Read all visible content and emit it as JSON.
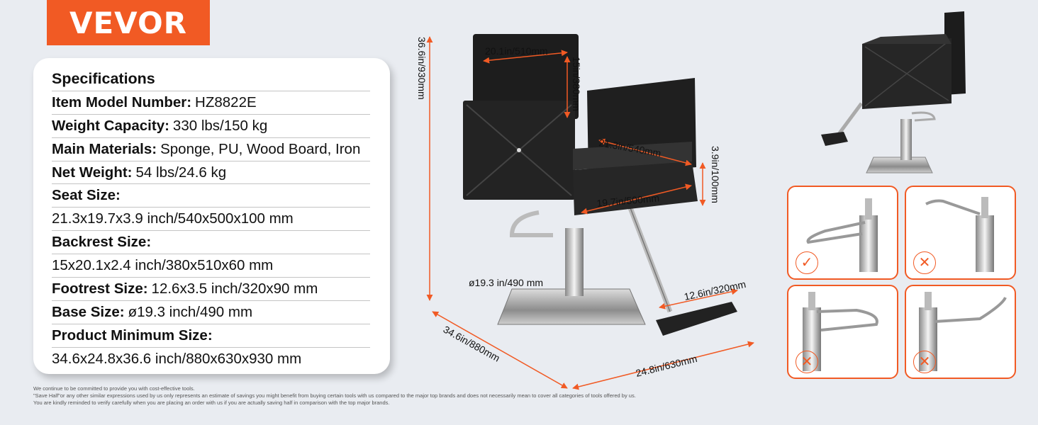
{
  "brand": {
    "logo_text": "VEVOR",
    "accent_color": "#f15a24"
  },
  "specs": {
    "title": "Specifications",
    "rows": [
      {
        "key": "Item Model Number:",
        "value": "HZ8822E"
      },
      {
        "key": "Weight Capacity:",
        "value": "330 lbs/150 kg"
      },
      {
        "key": "Main Materials:",
        "value": "Sponge, PU, Wood Board, Iron"
      },
      {
        "key": "Net Weight:",
        "value": "54 lbs/24.6 kg"
      },
      {
        "key": "Seat Size:",
        "value": ""
      },
      {
        "key": "",
        "value": "21.3x19.7x3.9 inch/540x500x100 mm"
      },
      {
        "key": "Backrest Size:",
        "value": ""
      },
      {
        "key": "",
        "value": "15x20.1x2.4 inch/380x510x60 mm"
      },
      {
        "key": "Footrest Size:",
        "value": "12.6x3.5 inch/320x90 mm"
      },
      {
        "key": "Base Size:",
        "value": "ø19.3 inch/490 mm"
      },
      {
        "key": "Product Minimum Size:",
        "value": ""
      },
      {
        "key": "",
        "value": "34.6x24.8x36.6 inch/880x630x930 mm"
      }
    ]
  },
  "dimensions": {
    "height": "36.6in/930mm",
    "backrest_width": "20.1in/510mm",
    "backrest_height": "15in/380mm",
    "seat_width": "21.3in/540mm",
    "seat_thickness": "3.9in/100mm",
    "seat_depth": "19.7in/500mm",
    "base_diameter": "ø19.3 in/490 mm",
    "footrest_width": "12.6in/320mm",
    "depth": "34.6in/880mm",
    "width": "24.8in/630mm"
  },
  "thumbnails": [
    {
      "mark": "✓",
      "status": "correct"
    },
    {
      "mark": "✕",
      "status": "wrong"
    },
    {
      "mark": "✕",
      "status": "wrong"
    },
    {
      "mark": "✕",
      "status": "wrong"
    }
  ],
  "disclaimer": [
    "We continue to be committed to provide you with cost-effective tools.",
    "\"Save Half\"or any other similar expressions used by us only represents an estimate of savings you might benefit from buying certain tools with us compared to the major top brands and does not necessarily mean to cover all categories of tools offered by us.",
    "You are kindly reminded to verify carefully when you are placing an order with us if you are actually saving half in comparison with the top major brands."
  ]
}
